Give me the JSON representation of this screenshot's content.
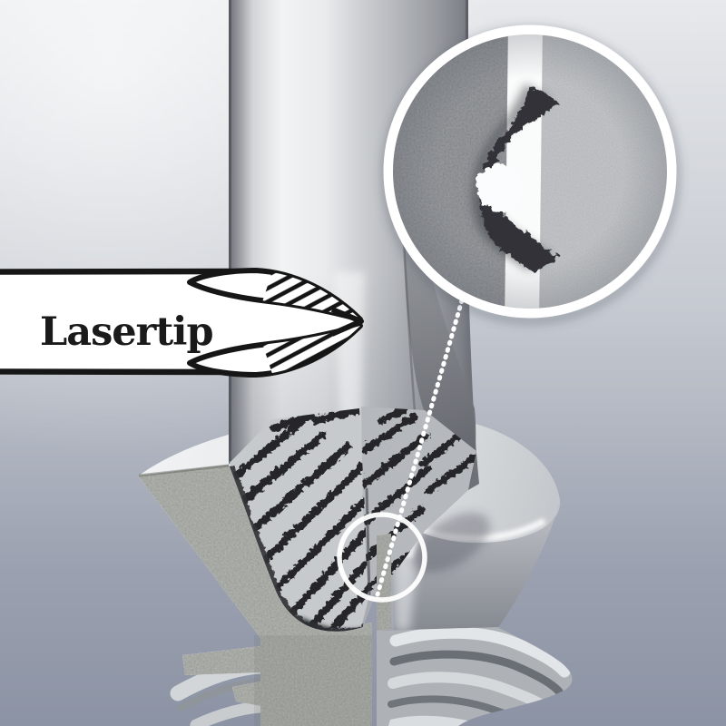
{
  "label": {
    "text": "Lasertip"
  },
  "palette": {
    "background_top": "#eaecee",
    "background_bottom": "#8c93a4",
    "shaft_highlight": "#f2f3f4",
    "shaft_shadow": "#73767c",
    "banner_fill": "#ffffff",
    "banner_outline": "#161616",
    "cutaway_stipple": "#b8bbb5",
    "laser_stripe": "#26282b",
    "screw_metal": "#d9dcdf",
    "magnifier_rim": "#ffffff",
    "callout": "#ffffff"
  },
  "parts": [
    {
      "name": "screwdriver-shaft"
    },
    {
      "name": "lasertip-banner"
    },
    {
      "name": "phillips-tip-drawing"
    },
    {
      "name": "screw-head-cutaway"
    },
    {
      "name": "screw-threads"
    },
    {
      "name": "laser-stripes"
    },
    {
      "name": "magnifier-circle"
    },
    {
      "name": "callout-line"
    },
    {
      "name": "callout-ring"
    }
  ]
}
